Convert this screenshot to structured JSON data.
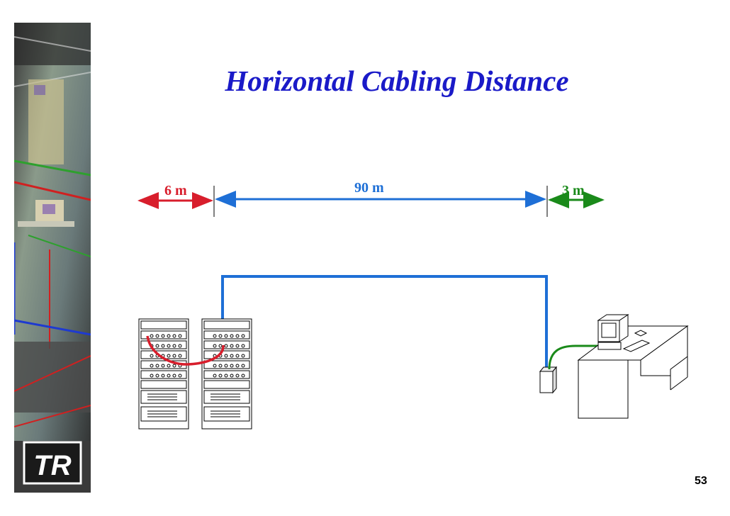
{
  "slide": {
    "title": "Horizontal Cabling Distance",
    "page_number": "53"
  },
  "dimensions": [
    {
      "label": "6 m",
      "color": "#d81e2c"
    },
    {
      "label": "90 m",
      "color": "#1e6fd6"
    },
    {
      "label": "3 m",
      "color": "#1a8a1a"
    }
  ],
  "colors": {
    "title": "#1a1ac8",
    "patch_cord": "#d81e2c",
    "horizontal_cable": "#1e6fd6",
    "work_area_cord": "#1a8a1a"
  },
  "logo": {
    "text": "TR"
  }
}
